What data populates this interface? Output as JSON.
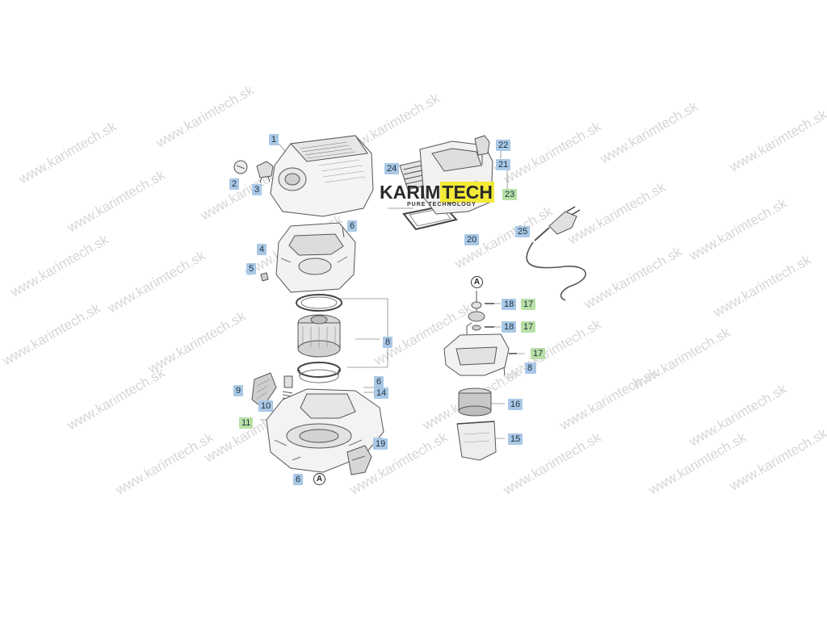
{
  "watermark_text": "www.karimtech.sk",
  "logo": {
    "brand_first": "KARIM",
    "brand_second": "TECH",
    "tagline": "PURE TECHNOLOGY"
  },
  "colors": {
    "label_blue": "#a9c8e6",
    "label_green": "#b8e0a6",
    "logo_yellow": "#f3ea37",
    "line": "#555555"
  },
  "labels": [
    {
      "id": "l1",
      "text": "1",
      "color": "blue"
    },
    {
      "id": "l2",
      "text": "2",
      "color": "blue"
    },
    {
      "id": "l3",
      "text": "3",
      "color": "blue"
    },
    {
      "id": "l4",
      "text": "4",
      "color": "blue"
    },
    {
      "id": "l5",
      "text": "5",
      "color": "blue"
    },
    {
      "id": "l6a",
      "text": "6",
      "color": "blue"
    },
    {
      "id": "l6b",
      "text": "6",
      "color": "blue"
    },
    {
      "id": "l6c",
      "text": "6",
      "color": "blue"
    },
    {
      "id": "l6d",
      "text": "6",
      "color": "blue"
    },
    {
      "id": "l8a",
      "text": "8",
      "color": "blue"
    },
    {
      "id": "l8b",
      "text": "8",
      "color": "blue"
    },
    {
      "id": "l9a",
      "text": "9",
      "color": "blue"
    },
    {
      "id": "l9b",
      "text": "9",
      "color": "blue"
    },
    {
      "id": "l10",
      "text": "10",
      "color": "blue"
    },
    {
      "id": "l11",
      "text": "11",
      "color": "green"
    },
    {
      "id": "l14",
      "text": "14",
      "color": "blue"
    },
    {
      "id": "l15",
      "text": "15",
      "color": "blue"
    },
    {
      "id": "l16",
      "text": "16",
      "color": "blue"
    },
    {
      "id": "l17a",
      "text": "17",
      "color": "green"
    },
    {
      "id": "l17b",
      "text": "17",
      "color": "green"
    },
    {
      "id": "l17c",
      "text": "17",
      "color": "green"
    },
    {
      "id": "l18a",
      "text": "18",
      "color": "blue"
    },
    {
      "id": "l18b",
      "text": "18",
      "color": "blue"
    },
    {
      "id": "l19",
      "text": "19",
      "color": "blue"
    },
    {
      "id": "l20",
      "text": "20",
      "color": "blue"
    },
    {
      "id": "l21",
      "text": "21",
      "color": "blue"
    },
    {
      "id": "l22",
      "text": "22",
      "color": "blue"
    },
    {
      "id": "l23",
      "text": "23",
      "color": "green"
    },
    {
      "id": "l24",
      "text": "24",
      "color": "blue"
    },
    {
      "id": "l25",
      "text": "25",
      "color": "blue"
    }
  ],
  "callouts": [
    {
      "id": "cA1",
      "text": "A"
    },
    {
      "id": "cA2",
      "text": "A"
    }
  ]
}
